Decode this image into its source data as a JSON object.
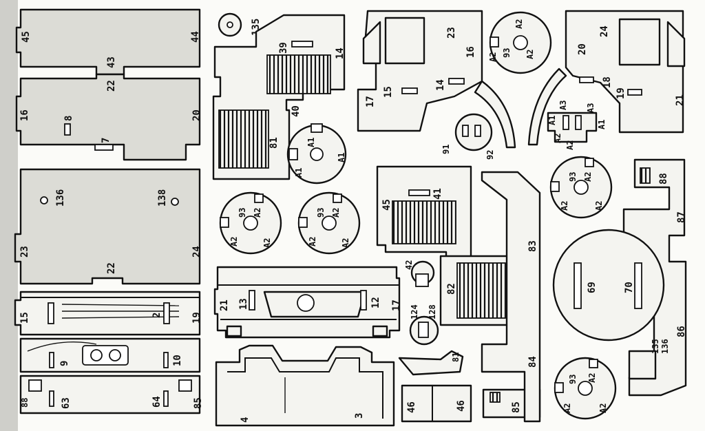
{
  "labels": {
    "p45": "45",
    "p44": "44",
    "p43": "43",
    "p22a": "22",
    "p16a": "16",
    "p8": "8",
    "p7": "7",
    "p20a": "20",
    "p136a": "136",
    "p138": "138",
    "p23a": "23",
    "p24a": "24",
    "p22b": "22",
    "p15a": "15",
    "p2": "2",
    "p19a": "19",
    "p9": "9",
    "p10": "10",
    "p88a": "88",
    "p63": "63",
    "p64": "64",
    "p85a": "85",
    "p135a": "135",
    "p39": "39",
    "p14a": "14",
    "p40": "40",
    "p81a": "81",
    "pA1a": "A1",
    "pA1b": "A1",
    "pA1c": "A1",
    "p93a": "93",
    "pA2a": "A2",
    "pA2b": "A2",
    "pA2c": "A2",
    "p93b": "93",
    "pA2d": "A2",
    "pA2e": "A2",
    "pA2f": "A2",
    "p21a": "21",
    "p13": "13",
    "p12": "12",
    "p17a": "17",
    "p4": "4",
    "p3": "3",
    "p23b": "23",
    "p16b": "16",
    "p17b": "17",
    "p15b": "15",
    "p14b": "14",
    "p91": "91",
    "p92": "92",
    "p93c": "93",
    "pA2g": "A2",
    "pA2h": "A2",
    "pA2i": "A2",
    "p24b": "24",
    "p20b": "20",
    "p18": "18",
    "p19b": "19",
    "p21b": "21",
    "pA1d": "A1",
    "pA3a": "A3",
    "pA3b": "A3",
    "pA2j": "A2",
    "pA2k": "A2",
    "pA1e": "A1",
    "p45b": "45",
    "p41": "41",
    "p42": "42",
    "p124": "124",
    "p128": "128",
    "p82": "82",
    "p81b": "81",
    "p46a": "46",
    "p46b": "46",
    "p85b": "85",
    "p83": "83",
    "p84": "84",
    "p93d": "93",
    "pA2l": "A2",
    "pA2m": "A2",
    "pA2n": "A2",
    "p88b": "88",
    "p87": "87",
    "p69": "69",
    "p70": "70",
    "p86": "86",
    "p135b": "135",
    "p136b": "136",
    "p93e": "93",
    "pA2o": "A2",
    "pA2p": "A2",
    "pA2q": "A2"
  }
}
